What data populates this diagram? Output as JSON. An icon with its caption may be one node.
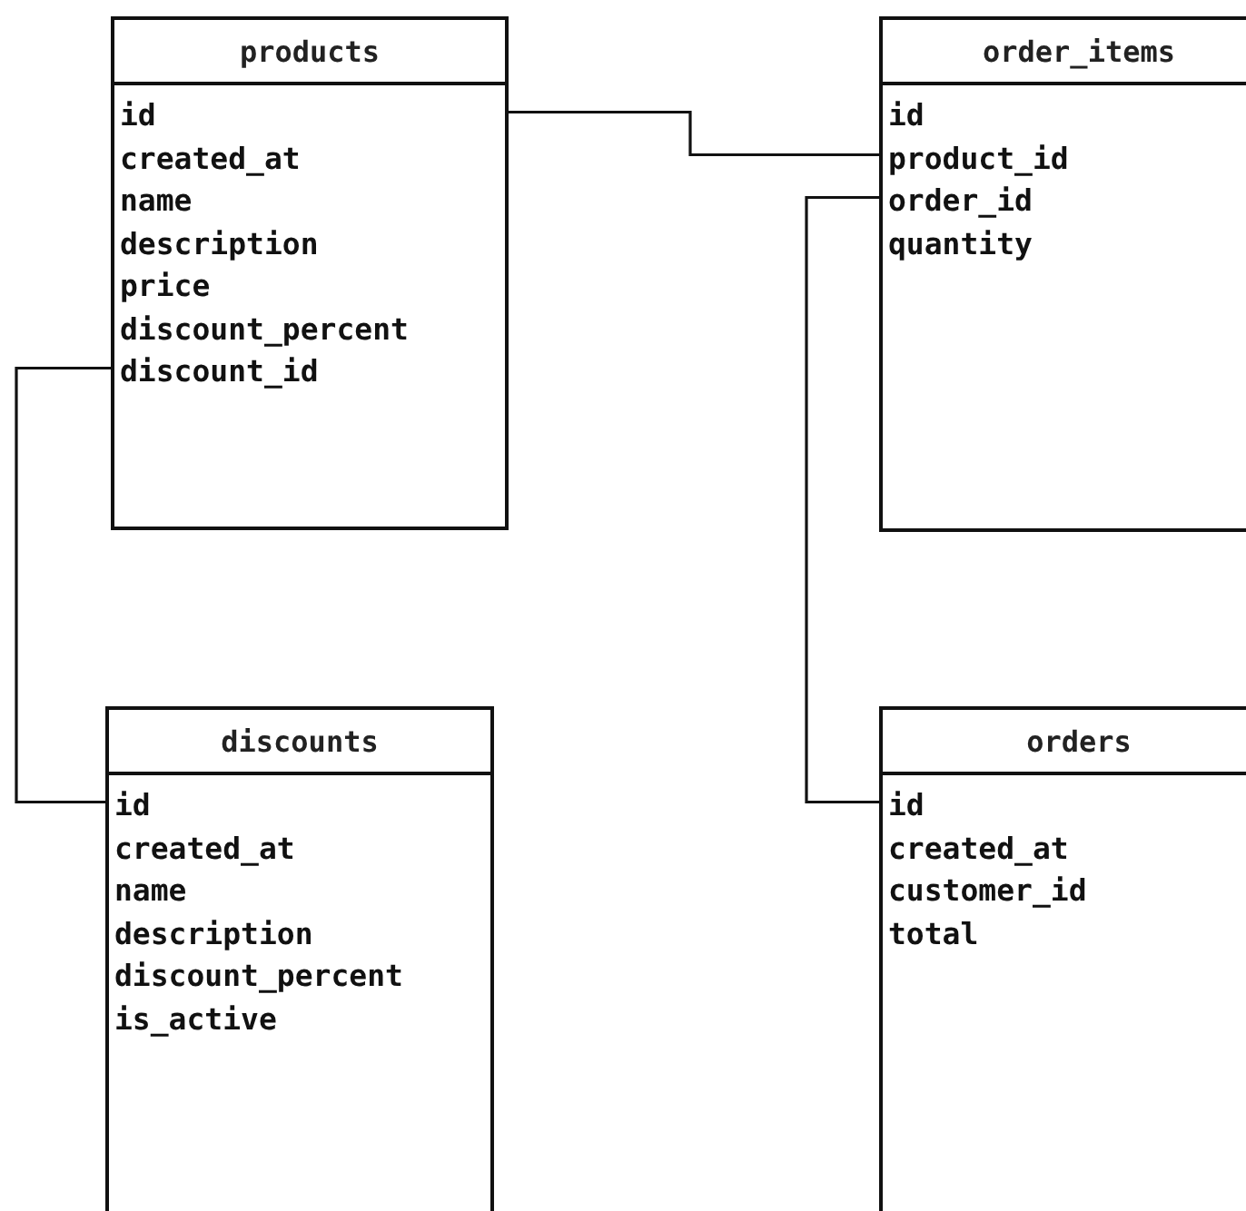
{
  "diagram": {
    "nodes": [
      {
        "text": [
          "products",
          "id",
          "created_at",
          "name",
          "description",
          "price",
          "discount_percent",
          "discount_id"
        ]
      },
      {
        "text": [
          "order_items",
          "id",
          "product_id",
          "order_id",
          "quantity"
        ]
      },
      {
        "text": [
          "discounts",
          "id",
          "created_at",
          "name",
          "description",
          "discount_percent",
          "is_active"
        ]
      },
      {
        "text": [
          "orders",
          "id",
          "created_at",
          "customer_id",
          "total"
        ]
      }
    ],
    "edges": [
      {
        "from": 0,
        "to": 1,
        "arrow": "none"
      },
      {
        "from": 1,
        "to": 3,
        "arrow": "none"
      },
      {
        "from": 0,
        "to": 2,
        "arrow": "none"
      }
    ]
  }
}
